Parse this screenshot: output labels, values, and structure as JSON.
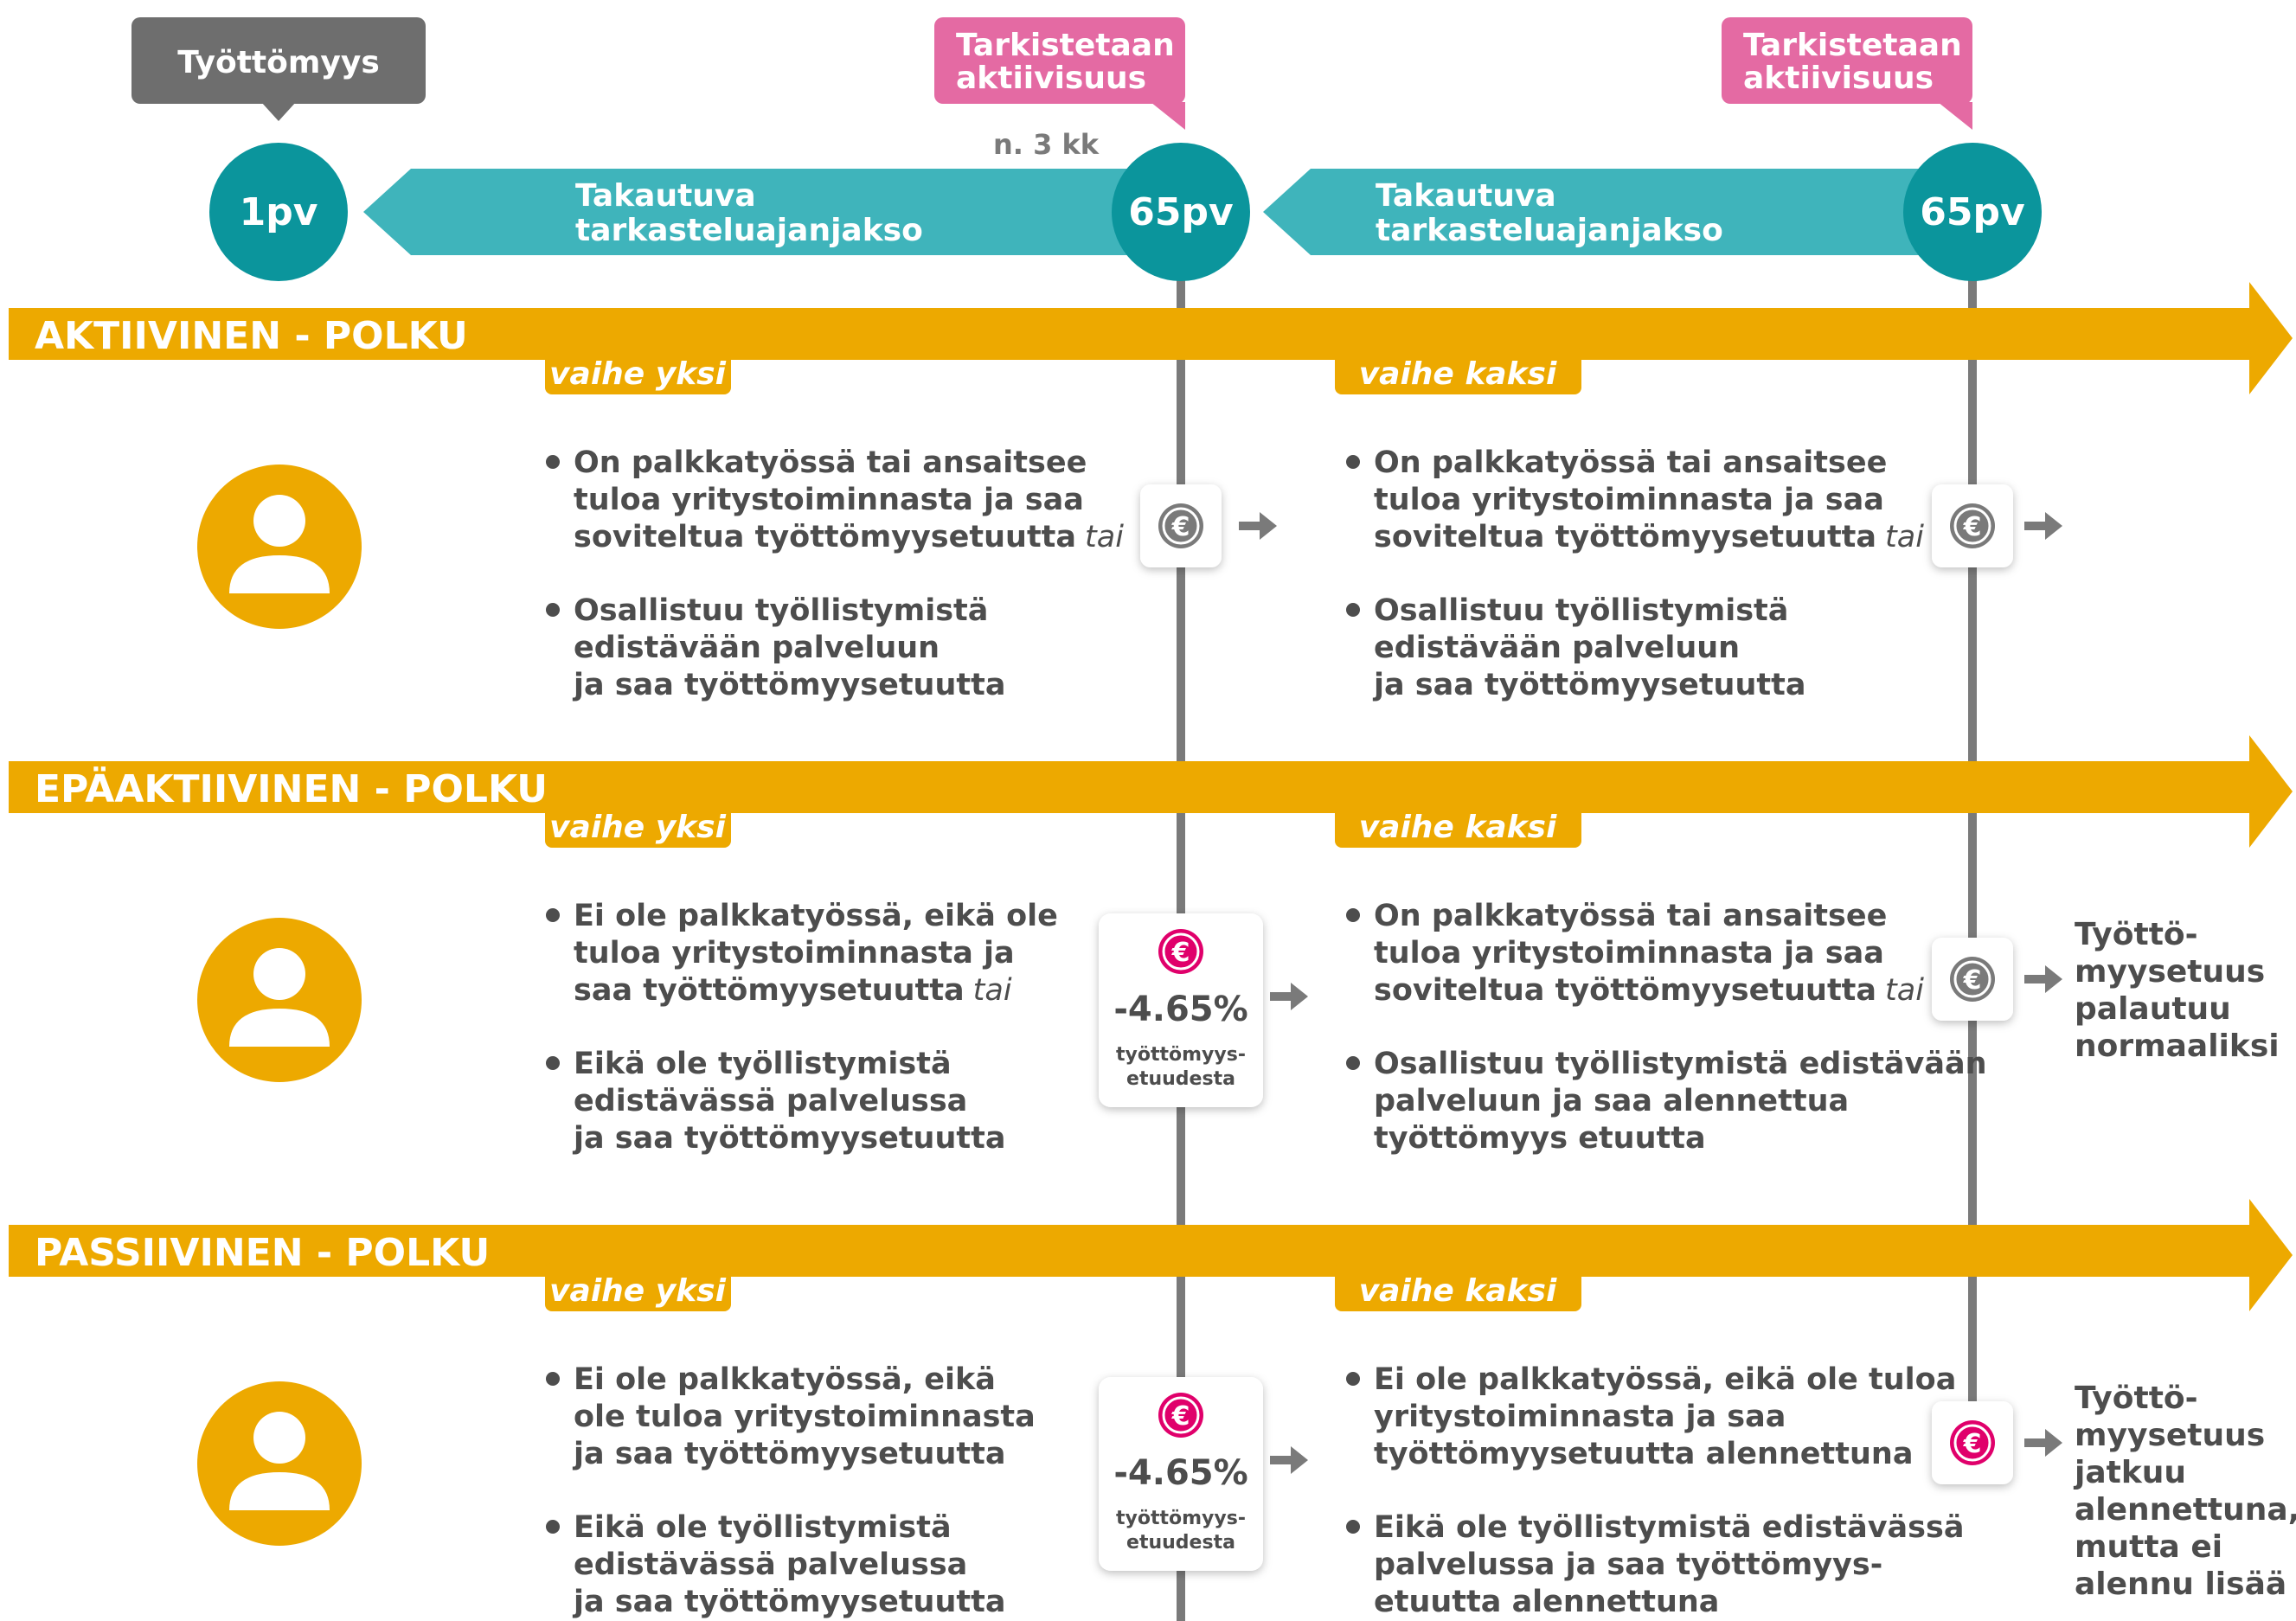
{
  "colors": {
    "teal": "#3fb4bb",
    "teal_dark": "#0b959c",
    "amber": "#eda900",
    "pink": "#e46aa3",
    "gray_dark": "#6e6e6e",
    "text": "#4d4d4d",
    "euro_neutral": "#7a7a7a",
    "euro_red": "#e0006b"
  },
  "timeline": {
    "unemployment_label": "Työttömyys",
    "check_label_line1": "Tarkistetaan",
    "check_label_line2": "aktiivisuus",
    "duration_note": "n. 3 kk",
    "day1": "1pv",
    "day65": "65pv",
    "retro_line1": "Takautuva",
    "retro_line2": "tarkasteluajanjakso"
  },
  "paths": [
    {
      "title": "AKTIIVINEN - POLKU",
      "phase1": "vaihe yksi",
      "phase2": "vaihe kaksi",
      "phase1_bullets": [
        {
          "lines": [
            "On palkkatyössä tai ansaitsee",
            "tuloa yritystoiminnasta ja saa",
            "soviteltua työttömyysetuutta"
          ],
          "suffix": "tai"
        },
        {
          "lines": [
            "Osallistuu työllistymistä",
            "edistävään palveluun",
            "ja saa työttömyysetuutta"
          ],
          "suffix": ""
        }
      ],
      "phase2_bullets": [
        {
          "lines": [
            "On palkkatyössä tai ansaitsee",
            "tuloa yritystoiminnasta ja saa",
            "soviteltua työttömyysetuutta"
          ],
          "suffix": "tai"
        },
        {
          "lines": [
            "Osallistuu työllistymistä",
            "edistävään palveluun",
            "ja saa työttömyysetuutta"
          ],
          "suffix": ""
        }
      ],
      "cut": null,
      "outcome": []
    },
    {
      "title": "EPÄAKTIIVINEN - POLKU",
      "phase1": "vaihe yksi",
      "phase2": "vaihe kaksi",
      "phase1_bullets": [
        {
          "lines": [
            "Ei ole palkkatyössä, eikä ole",
            "tuloa yritystoiminnasta ja",
            "saa työttömyysetuutta"
          ],
          "suffix": "tai"
        },
        {
          "lines": [
            "Eikä ole työllistymistä",
            "edistävässä palvelussa",
            "ja saa työttömyysetuutta"
          ],
          "suffix": ""
        }
      ],
      "phase2_bullets": [
        {
          "lines": [
            "On palkkatyössä tai ansaitsee",
            "tuloa yritystoiminnasta ja saa",
            "soviteltua työttömyysetuutta"
          ],
          "suffix": "tai"
        },
        {
          "lines": [
            "Osallistuu työllistymistä edistävään",
            "palveluun ja saa alennettua",
            "työttömyys  etuutta"
          ],
          "suffix": ""
        }
      ],
      "cut": {
        "percent": "-4.65%",
        "note_line1": "työttömyys-",
        "note_line2": "etuudesta"
      },
      "outcome": [
        "Työttö-",
        "myysetuus",
        "palautuu",
        "normaaliksi"
      ]
    },
    {
      "title": "PASSIIVINEN - POLKU",
      "phase1": "vaihe yksi",
      "phase2": "vaihe kaksi",
      "phase1_bullets": [
        {
          "lines": [
            "Ei ole palkkatyössä, eikä",
            "ole tuloa yritystoiminnasta",
            "ja saa työttömyysetuutta"
          ],
          "suffix": ""
        },
        {
          "lines": [
            "Eikä ole työllistymistä",
            "edistävässä palvelussa",
            "ja saa työttömyysetuutta"
          ],
          "suffix": ""
        }
      ],
      "phase2_bullets": [
        {
          "lines": [
            "Ei ole palkkatyössä, eikä ole tuloa",
            "yritystoiminnasta ja saa",
            "työttömyysetuutta alennettuna"
          ],
          "suffix": ""
        },
        {
          "lines": [
            "Eikä ole työllistymistä edistävässä",
            "palvelussa ja saa työttömyys-",
            "etuutta alennettuna"
          ],
          "suffix": ""
        }
      ],
      "cut": {
        "percent": "-4.65%",
        "note_line1": "työttömyys-",
        "note_line2": "etuudesta"
      },
      "outcome": [
        "Työttö-",
        "myysetuus",
        "jatkuu",
        "alennettuna,",
        "mutta ei",
        "alennu lisää"
      ]
    }
  ],
  "icons": {
    "person": "person-icon",
    "euro": "euro-icon",
    "arrow": "arrow-right-icon"
  }
}
